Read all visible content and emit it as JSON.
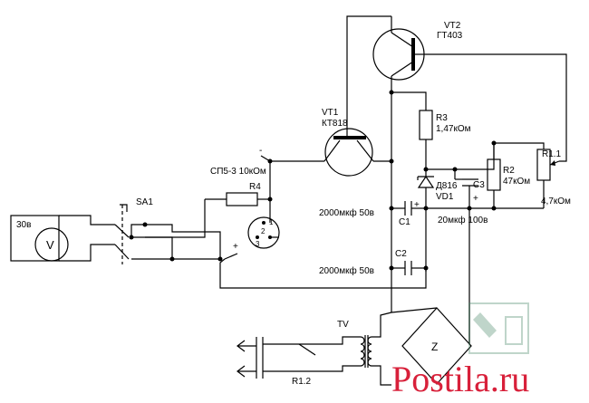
{
  "components": {
    "vt2": {
      "ref": "VT2",
      "type": "ГТ403"
    },
    "vt1": {
      "ref": "VT1",
      "type": "КТ818"
    },
    "r3": {
      "ref": "R3",
      "value": "1,47кОм"
    },
    "r2": {
      "ref": "R2",
      "value": "47кОм"
    },
    "r11": {
      "ref": "R1.1",
      "value": "4,7кОм"
    },
    "vd1": {
      "ref": "VD1",
      "type": "Д816"
    },
    "c3": {
      "ref": "C3",
      "value": "20мкф 100в"
    },
    "c1": {
      "ref": "C1",
      "value": "2000мкф 50в"
    },
    "c2": {
      "ref": "C2",
      "value": "2000мкф 50в"
    },
    "r4": {
      "ref": "R4",
      "value": "СП5-3 10кОм"
    },
    "sa1": {
      "ref": "SA1"
    },
    "voltmeter": {
      "range": "30в",
      "symbol": "V"
    },
    "tv": {
      "ref": "TV"
    },
    "r12": {
      "ref": "R1.2"
    }
  },
  "pins": {
    "p1": "1",
    "p2": "2",
    "p3": "3"
  },
  "terminals": {
    "minus": "-",
    "plus": "+"
  },
  "polarity": {
    "plus": "+"
  },
  "diode_bridge": {
    "symbol": "Z"
  },
  "watermark": {
    "text": "Postila.ru",
    "color": "#d8203a"
  }
}
